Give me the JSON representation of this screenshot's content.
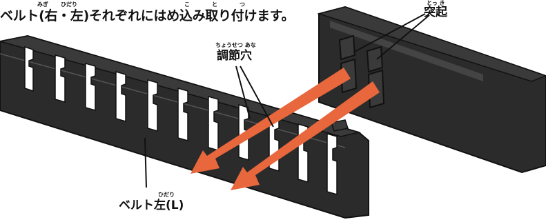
{
  "instruction": {
    "text": "ベルト(右・左)それぞれにはめ込み取り付けます。",
    "ruby_migi": "みぎ",
    "ruby_hidari": "ひだり",
    "ruby_ko": "こ",
    "ruby_to": "と",
    "ruby_tsu": "つ"
  },
  "labels": {
    "protrusion": {
      "text": "突起",
      "ruby": "とっ き"
    },
    "adjustment_hole": {
      "text": "調節穴",
      "ruby": "ちょうせつ あな"
    },
    "belt_left": {
      "text": "ベルト左(L)",
      "ruby": "ひだり"
    }
  },
  "colors": {
    "belt": "#2b2b2b",
    "belt_top": "#3a3a3a",
    "arrow": "#e8673c",
    "outline": "#111111",
    "slot": "#ffffff"
  }
}
